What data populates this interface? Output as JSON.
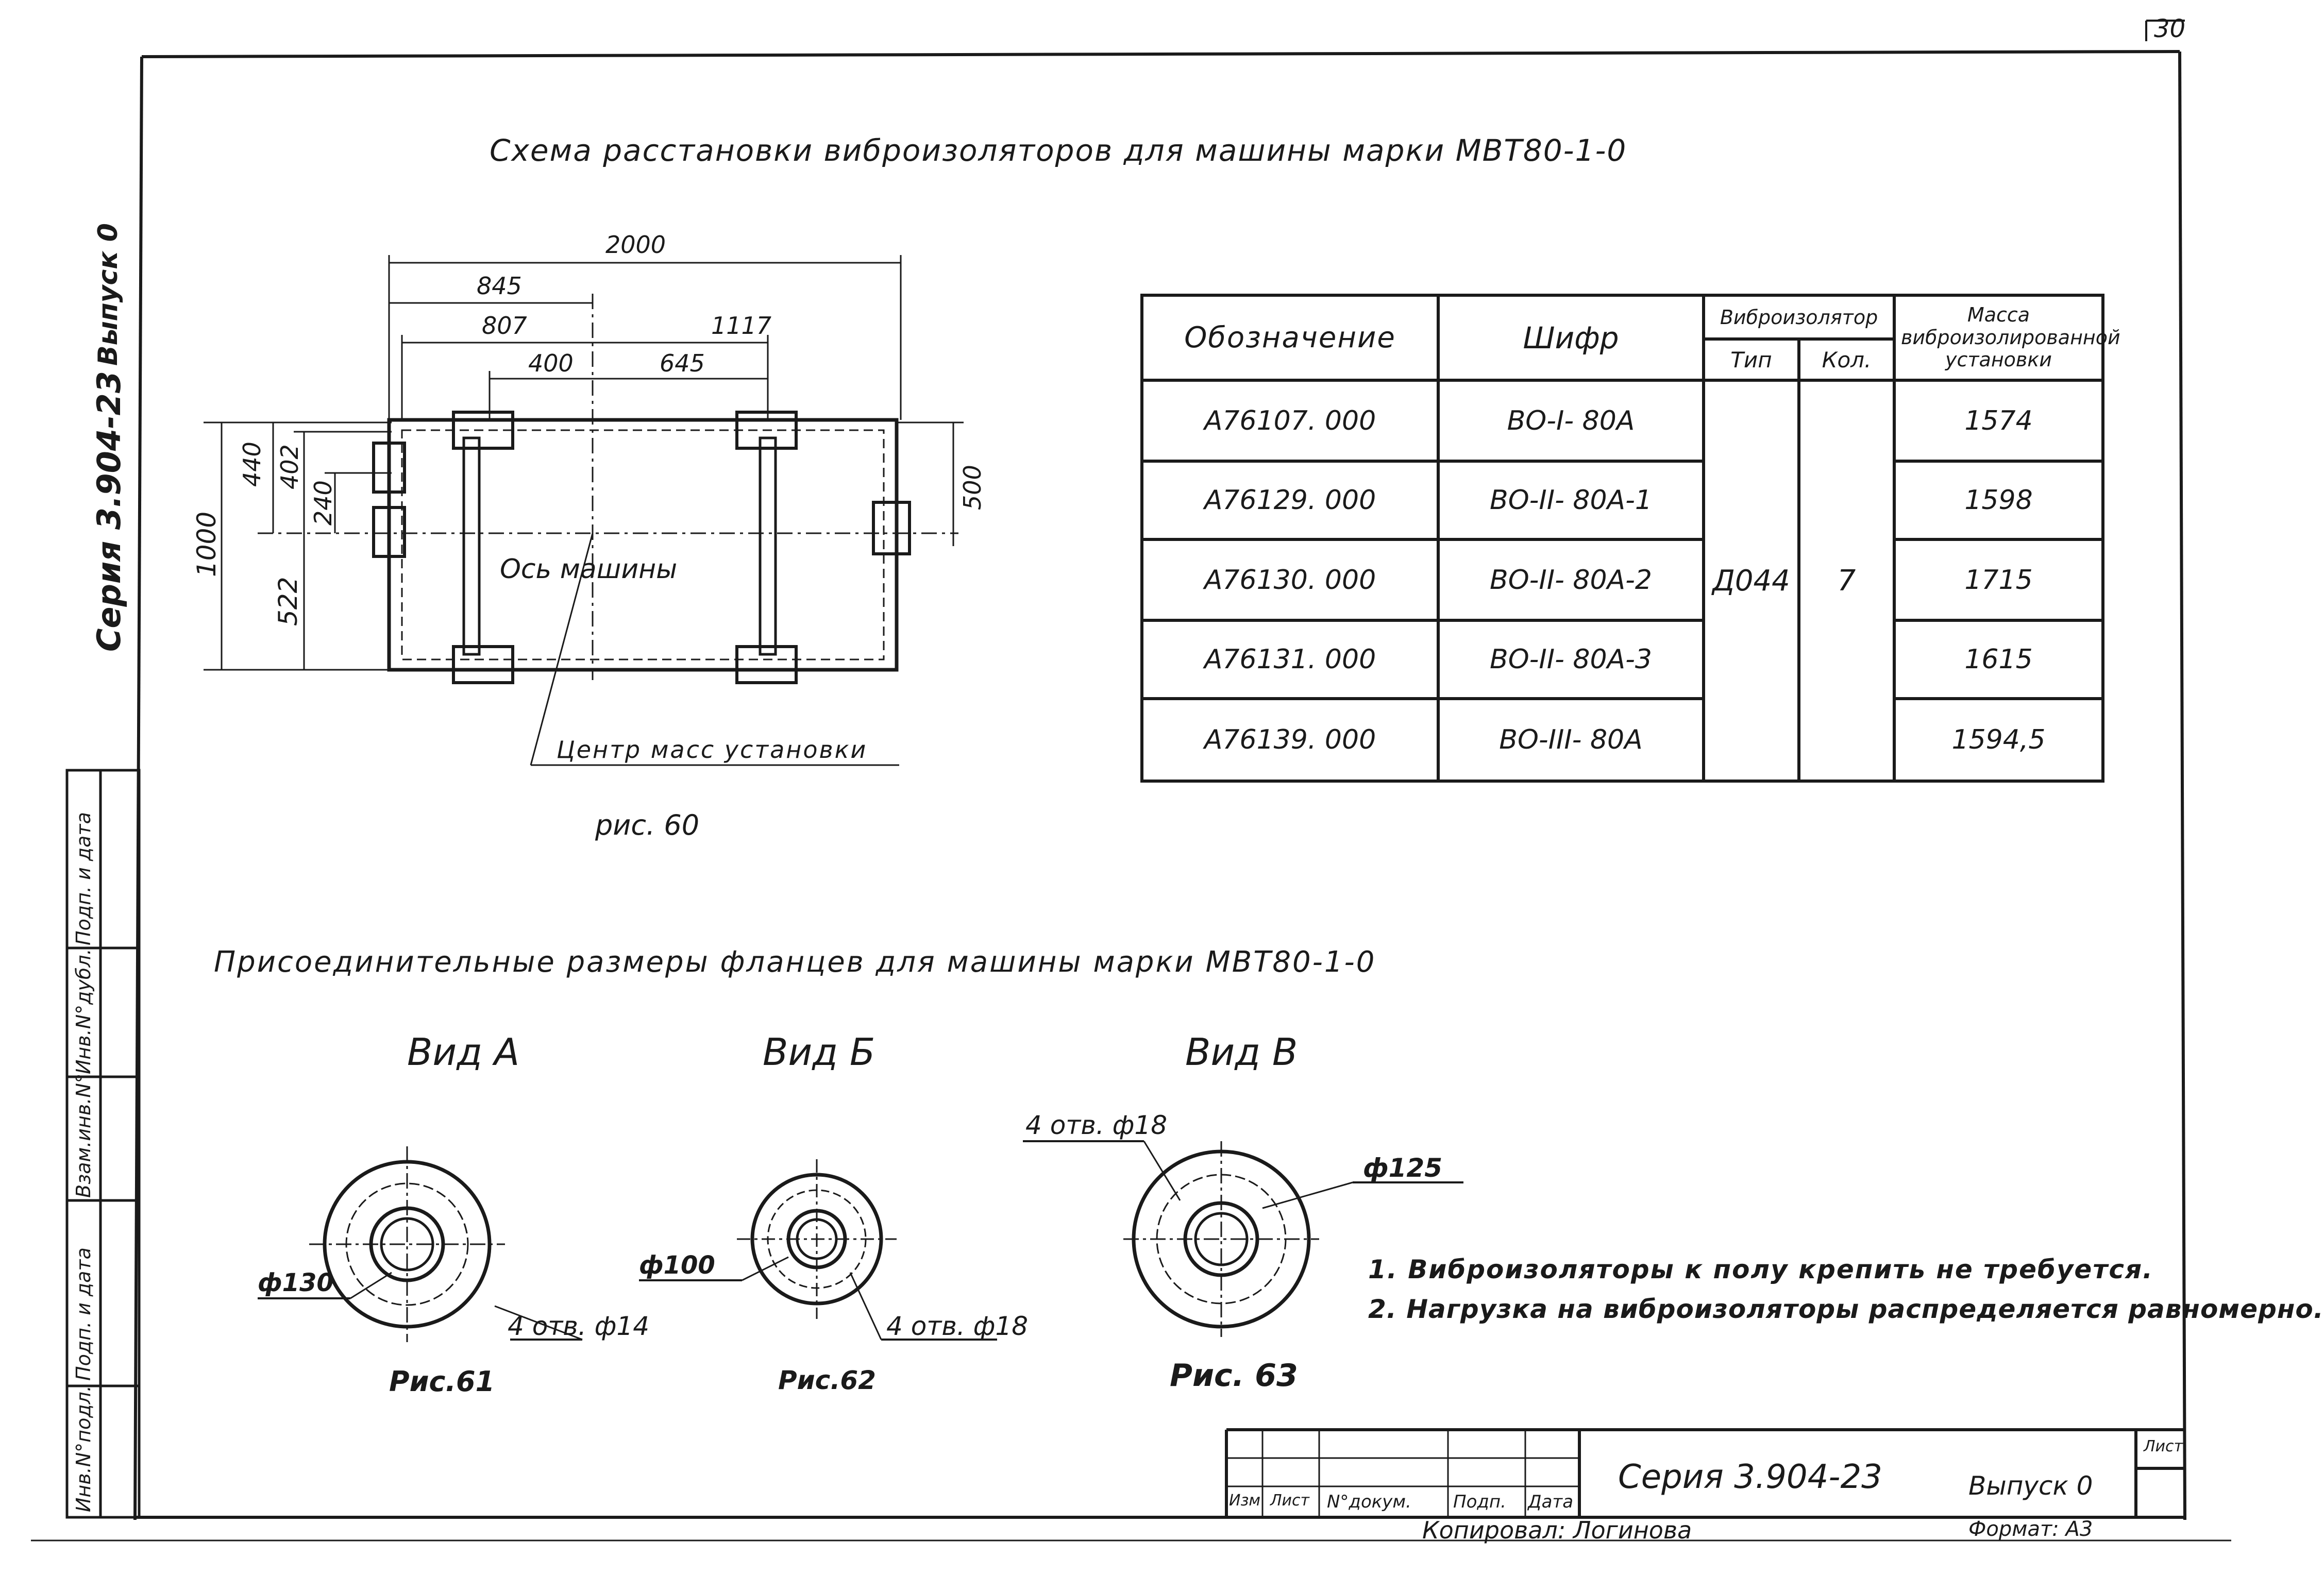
{
  "sheet": {
    "page_number": "30",
    "series_vertical": "Серия 3.904-23",
    "issue_vertical": "Выпуск 0"
  },
  "scheme": {
    "title": "Схема расстановки виброизоляторов для машины марки МВТ80-1-0",
    "dim_2000": "2000",
    "dim_845": "845",
    "dim_807": "807",
    "dim_1117": "1117",
    "dim_400": "400",
    "dim_645": "645",
    "dim_1000": "1000",
    "dim_440": "440",
    "dim_402": "402",
    "dim_240": "240",
    "dim_522": "522",
    "dim_500": "500",
    "axis_label": "Ось машины",
    "center_label": "Центр масс установки",
    "fig_caption": "рис. 60"
  },
  "table": {
    "headers": {
      "designation": "Обозначение",
      "code": "Шифр",
      "isolator": "Виброизолятор",
      "type": "Тип",
      "qty": "Кол.",
      "mass": "Масса виброизолированной установки"
    },
    "shared_type": "Д044",
    "shared_qty": "7",
    "rows": [
      {
        "designation": "А76107. 000",
        "code": "ВО-I- 80А",
        "mass": "1574"
      },
      {
        "designation": "А76129. 000",
        "code": "ВО-II- 80А-1",
        "mass": "1598"
      },
      {
        "designation": "А76130. 000",
        "code": "ВО-II- 80А-2",
        "mass": "1715"
      },
      {
        "designation": "А76131. 000",
        "code": "ВО-II- 80А-3",
        "mass": "1615"
      },
      {
        "designation": "А76139. 000",
        "code": "ВО-III- 80А",
        "mass": "1594,5"
      }
    ]
  },
  "flanges": {
    "title": "Присоединительные размеры фланцев для машины марки МВТ80-1-0",
    "view_a": {
      "title": "Вид А",
      "dia": "ф130",
      "holes": "4 отв. ф14",
      "caption": "Рис.61"
    },
    "view_b": {
      "title": "Вид Б",
      "dia": "ф100",
      "holes": "4 отв. ф18",
      "caption": "Рис.62"
    },
    "view_c": {
      "title": "Вид В",
      "dia": "ф125",
      "holes": "4 отв. ф18",
      "caption": "Рис. 63"
    }
  },
  "notes": [
    "1. Виброизоляторы к полу крепить не требуется.",
    "2. Нагрузка на виброизоляторы распределяется равномерно."
  ],
  "title_block": {
    "col_izm": "Изм",
    "col_list": "Лист",
    "col_doc": "N°докум.",
    "col_sign": "Подп.",
    "col_date": "Дата",
    "series": "Серия 3.904-23",
    "issue": "Выпуск 0",
    "sheet_label": "Лист",
    "copied": "Копировал: Логинова",
    "format": "Формат: А3"
  },
  "side_stamp": [
    "Инв.N°подл.",
    "Подп. и дата",
    "Взам.инв.N°",
    "Инв.N°дубл.",
    "Подп. и дата"
  ]
}
